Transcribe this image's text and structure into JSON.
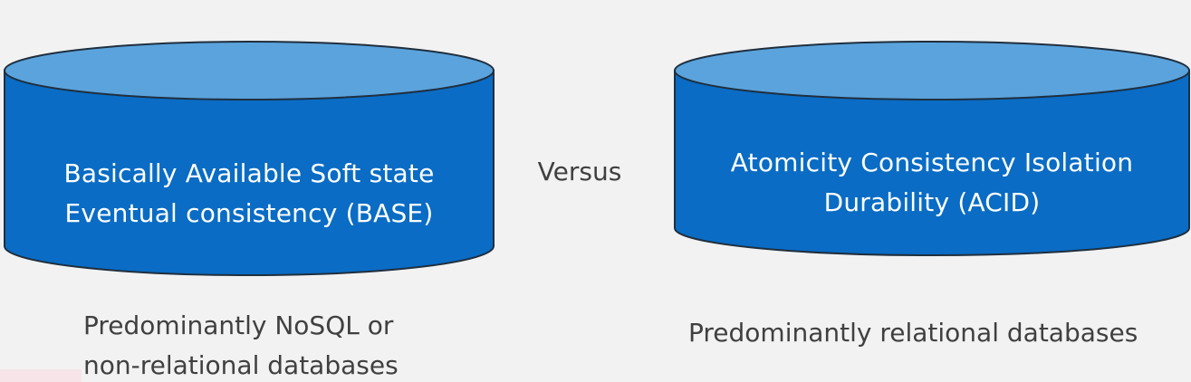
{
  "diagram": {
    "left_cylinder": {
      "label": "Basically Available Soft state\nEventual consistency (BASE)",
      "caption": "Predominantly NoSQL or\nnon-relational databases"
    },
    "center": {
      "label": "Versus"
    },
    "right_cylinder": {
      "label": "Atomicity Consistency Isolation\nDurability (ACID)",
      "caption": "Predominantly relational databases"
    },
    "colors": {
      "cylinder_body": "#0a6cc4",
      "cylinder_top": "#5ba3dc",
      "cylinder_outline": "#1f2f3f",
      "background": "#f2f2f2",
      "text_dark": "#404040"
    }
  }
}
